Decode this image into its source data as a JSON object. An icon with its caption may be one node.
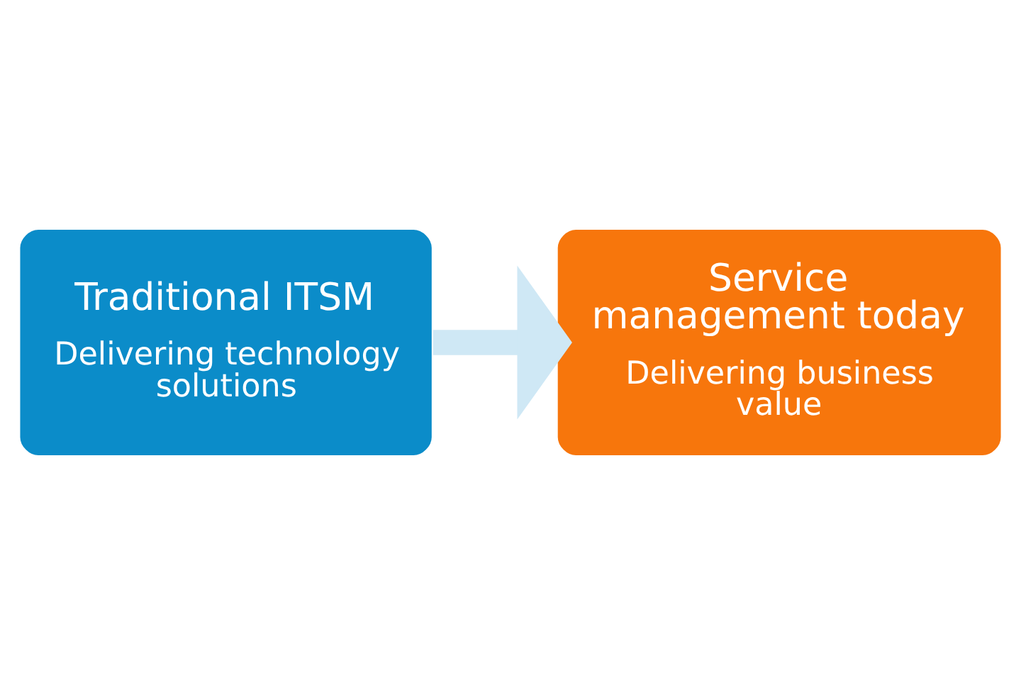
{
  "diagram": {
    "nodes": [
      {
        "text": [
          "Traditional ITSM",
          "Delivering technology solutions"
        ]
      },
      {
        "text": [
          "Service management today",
          "Delivering business value"
        ]
      }
    ],
    "edges": [
      {
        "from": 0,
        "to": 1,
        "arrow": "to",
        "color": "#cfe8f5"
      }
    ]
  }
}
